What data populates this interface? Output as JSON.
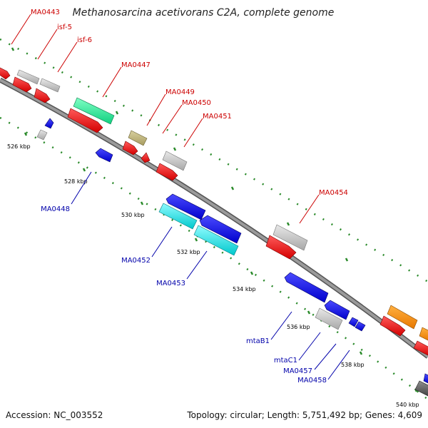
{
  "title": "Methanosarcina acetivorans C2A, complete genome",
  "footer": {
    "accession": "Accession: NC_003552",
    "summary": "Topology: circular; Length: 5,751,492 bp; Genes: 4,609"
  },
  "colors": {
    "label_forward": "#cc0000",
    "label_reverse": "#0000aa",
    "backbone": "#888888",
    "ticks": "#2a8a2a"
  },
  "ticks": [
    {
      "label": "526 kbp"
    },
    {
      "label": "528 kbp"
    },
    {
      "label": "530 kbp"
    },
    {
      "label": "532 kbp"
    },
    {
      "label": "534 kbp"
    },
    {
      "label": "536 kbp"
    },
    {
      "label": "538 kbp"
    },
    {
      "label": "540 kbp"
    }
  ],
  "gene_labels": [
    {
      "id": "lbl-ma0443",
      "text": "MA0443",
      "strand": "forward"
    },
    {
      "id": "lbl-isf5",
      "text": "isf-5",
      "strand": "forward"
    },
    {
      "id": "lbl-isf6",
      "text": "isf-6",
      "strand": "forward"
    },
    {
      "id": "lbl-ma0447",
      "text": "MA0447",
      "strand": "forward"
    },
    {
      "id": "lbl-ma0449",
      "text": "MA0449",
      "strand": "forward"
    },
    {
      "id": "lbl-ma0450",
      "text": "MA0450",
      "strand": "forward"
    },
    {
      "id": "lbl-ma0451",
      "text": "MA0451",
      "strand": "forward"
    },
    {
      "id": "lbl-ma0454",
      "text": "MA0454",
      "strand": "forward"
    },
    {
      "id": "lbl-ma0448",
      "text": "MA0448",
      "strand": "reverse"
    },
    {
      "id": "lbl-ma0452",
      "text": "MA0452",
      "strand": "reverse"
    },
    {
      "id": "lbl-ma0453",
      "text": "MA0453",
      "strand": "reverse"
    },
    {
      "id": "lbl-mtab1",
      "text": "mtaB1",
      "strand": "reverse"
    },
    {
      "id": "lbl-mtac1",
      "text": "mtaC1",
      "strand": "reverse"
    },
    {
      "id": "lbl-ma0457",
      "text": "MA0457",
      "strand": "reverse"
    },
    {
      "id": "lbl-ma0458",
      "text": "MA0458",
      "strand": "reverse"
    }
  ]
}
